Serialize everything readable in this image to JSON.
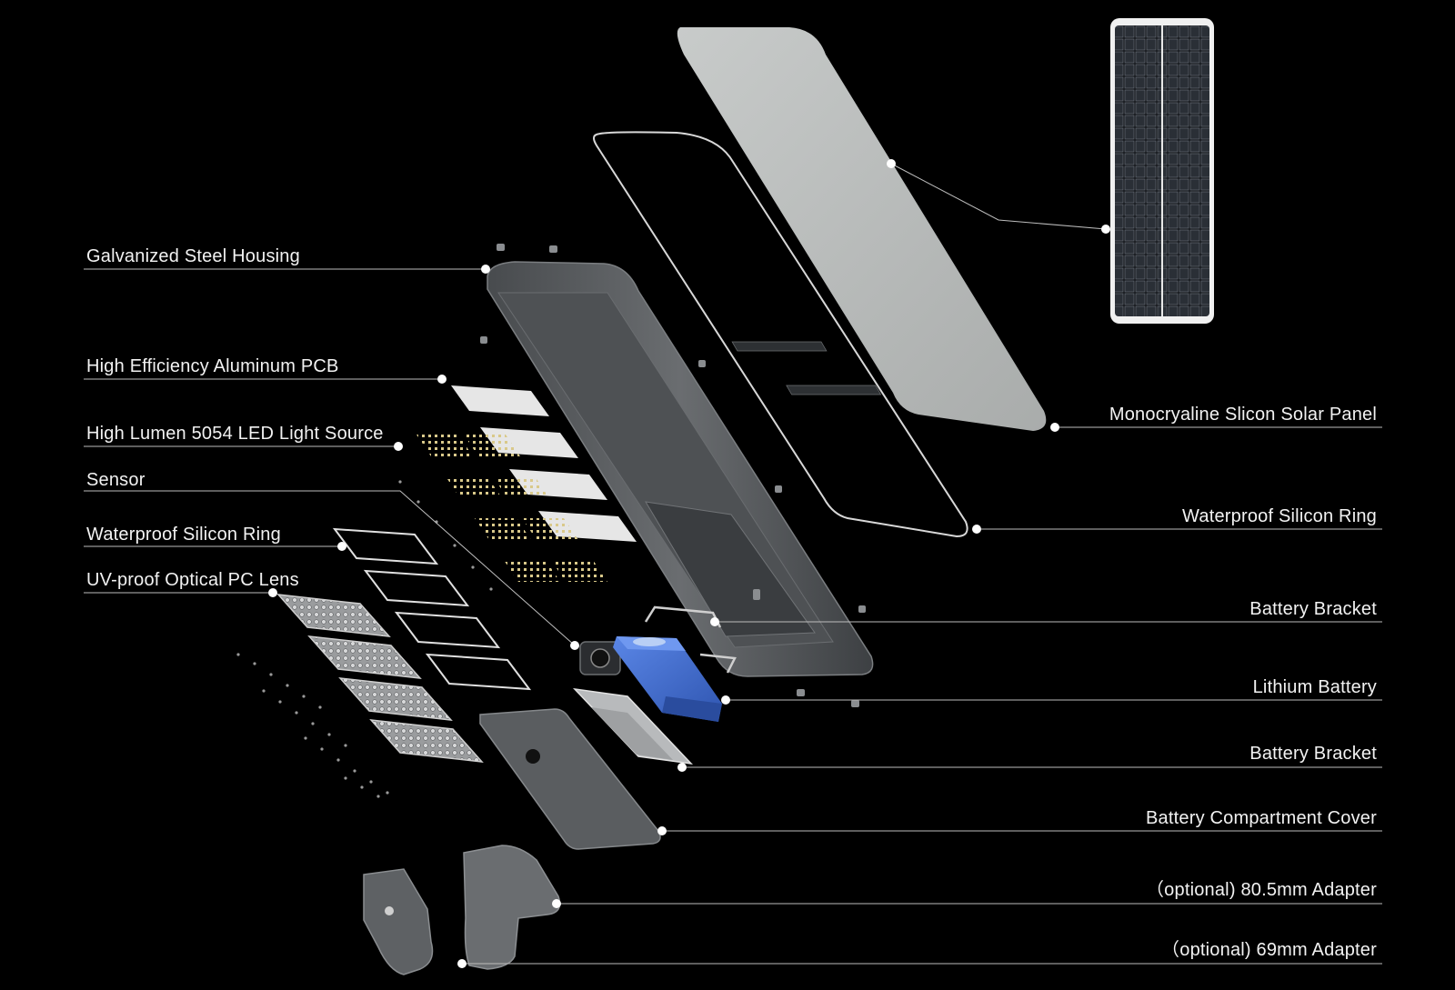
{
  "labels": {
    "left": [
      "Galvanized Steel Housing",
      "High Efficiency Aluminum PCB",
      "High Lumen 5054 LED Light Source",
      "Sensor",
      "Waterproof Silicon Ring",
      "UV-proof Optical PC Lens"
    ],
    "right": [
      "Monocryaline Slicon Solar Panel",
      "Waterproof Silicon Ring",
      "Battery Bracket",
      "Lithium Battery",
      "Battery Bracket",
      "Battery Compartment Cover",
      "（optional) 80.5mm Adapter",
      "（optional) 69mm Adapter"
    ]
  },
  "colors": {
    "background": "#000000",
    "text": "#f2f2f2",
    "leader_line": "#bdbdbd",
    "panel_cover": "#b9bcbb",
    "housing": "#5b5e61",
    "pcb": "#e6e6e6",
    "battery": "#3f68c8"
  }
}
